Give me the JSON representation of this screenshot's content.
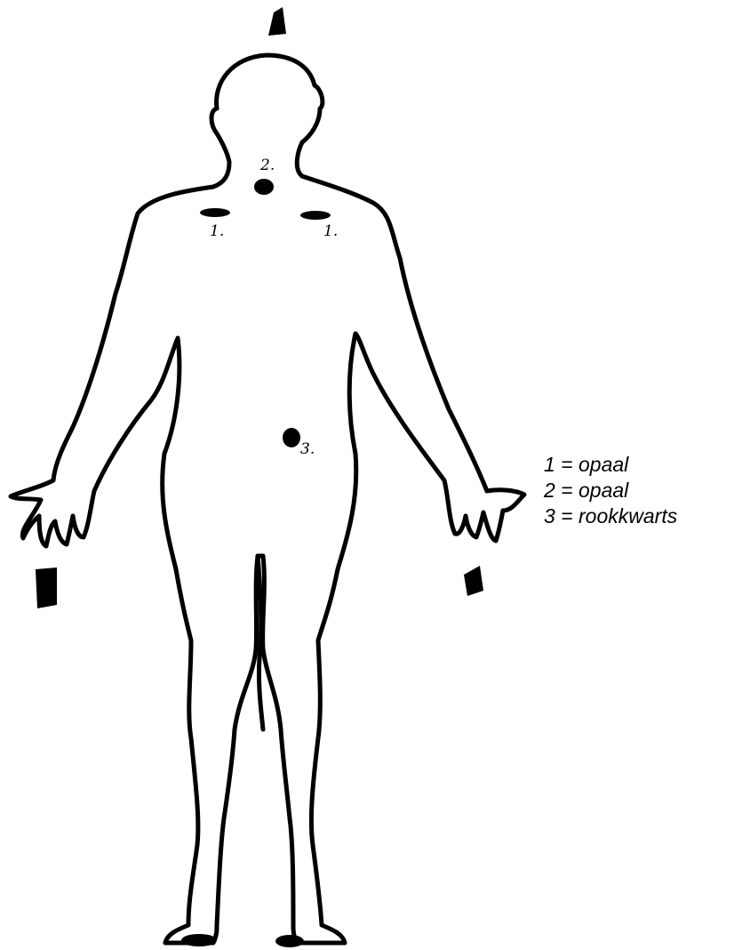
{
  "placements": [
    {
      "label": "1.",
      "location": "left-collarbone"
    },
    {
      "label": "1.",
      "location": "right-collarbone"
    },
    {
      "label": "2.",
      "location": "throat"
    },
    {
      "label": "3.",
      "location": "navel"
    }
  ],
  "legend": [
    {
      "num": "1",
      "stone": "opaal"
    },
    {
      "num": "2",
      "stone": "opaal"
    },
    {
      "num": "3",
      "stone": "rookkwarts"
    }
  ]
}
